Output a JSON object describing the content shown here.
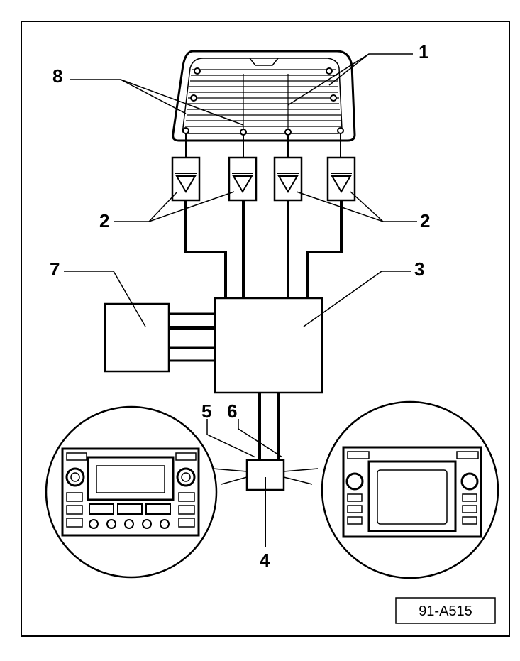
{
  "figure_ref": "91-A515",
  "callouts": {
    "c1": "1",
    "c2": "2",
    "c3": "3",
    "c4": "4",
    "c5": "5",
    "c6": "6",
    "c7": "7",
    "c8": "8"
  }
}
